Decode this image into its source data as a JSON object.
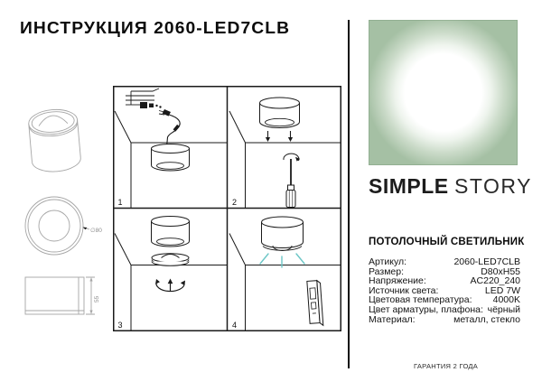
{
  "page": {
    "title": "ИНСТРУКЦИЯ 2060-LED7CLB"
  },
  "drawings": {
    "diameter_label": "∅80",
    "height_label": "55"
  },
  "steps": [
    {
      "number": "1"
    },
    {
      "number": "2"
    },
    {
      "number": "3"
    },
    {
      "number": "4"
    }
  ],
  "brand": {
    "name_primary": "SIMPLE",
    "name_secondary": "STORY"
  },
  "product": {
    "category": "ПОТОЛОЧНЫЙ СВЕТИЛЬНИК",
    "specs": [
      {
        "label": "Артикул:",
        "value": "2060-LED7CLB"
      },
      {
        "label": "Размер:",
        "value": "D80xH55"
      },
      {
        "label": "Напряжение:",
        "value": "AC220_240"
      },
      {
        "label": "Источник света:",
        "value": "LED 7W"
      },
      {
        "label": "Цветовая температура:",
        "value": "4000K"
      },
      {
        "label": "Цвет арматуры, плафона:",
        "value": "чёрный"
      },
      {
        "label": "Материал:",
        "value": "металл, стекло"
      }
    ]
  },
  "warranty": "ГАРАНТИЯ 2 ГОДА",
  "colors": {
    "brand_green": "#a5c0a4",
    "ray_teal": "#6cc6c6",
    "drawing_gray": "#a6a6a6",
    "ink": "#111111"
  }
}
